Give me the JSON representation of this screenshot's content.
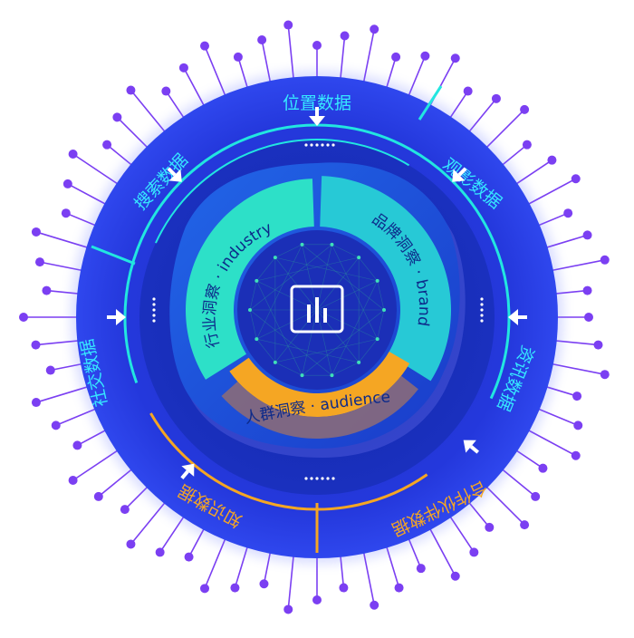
{
  "center_icon": "bar-chart-icon",
  "inner_segments": [
    {
      "id": "industry",
      "label": "行业洞察 · industry",
      "color": "#2de0c8"
    },
    {
      "id": "brand",
      "label": "品牌洞察 · brand",
      "color": "#27c9d6"
    },
    {
      "id": "audience",
      "label": "人群洞察 · audience",
      "color": "#f5a623"
    }
  ],
  "outer_sources": [
    {
      "id": "location",
      "label": "位置数据"
    },
    {
      "id": "video",
      "label": "观影数据"
    },
    {
      "id": "news",
      "label": "资讯数据"
    },
    {
      "id": "partner",
      "label": "合作伙伴数据"
    },
    {
      "id": "knowledge",
      "label": "知识数据"
    },
    {
      "id": "social",
      "label": "社交数据"
    },
    {
      "id": "search",
      "label": "搜索数据"
    }
  ],
  "colors": {
    "ring_outer": "#2a3fe0",
    "ring_inner": "#1a2ab8",
    "pin": "#7b3ff2",
    "accent_cyan": "#22e6e0",
    "accent_orange": "#f5a623",
    "label_cyan": "#36e8ff"
  }
}
